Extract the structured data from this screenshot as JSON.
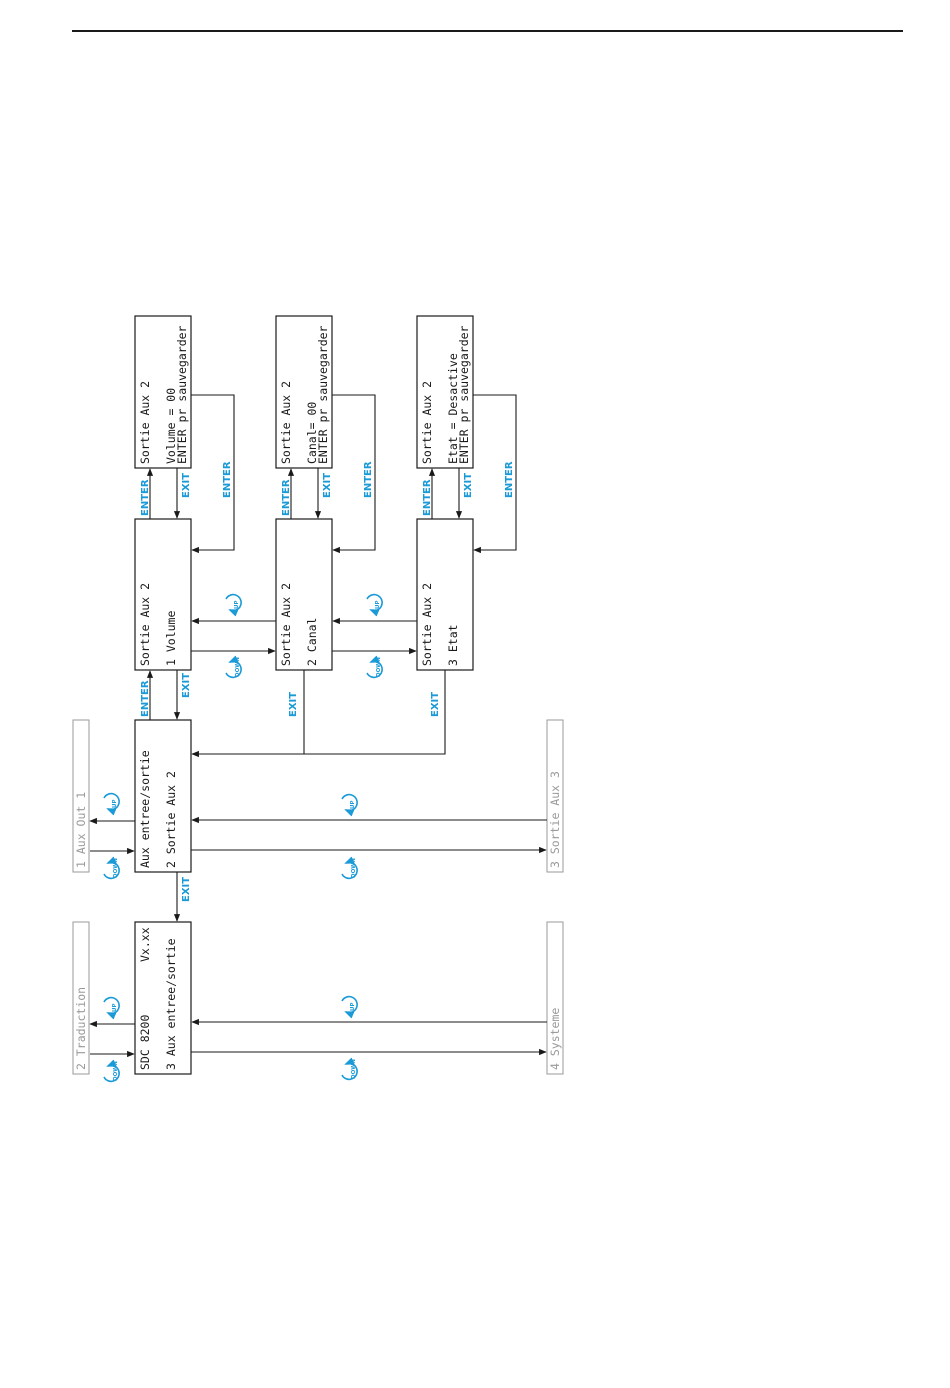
{
  "colors": {
    "line": "#1a1a1a",
    "accent": "#1a9ad6",
    "dim": "#9a9a9a"
  },
  "labels": {
    "enter": "ENTER",
    "exit": "EXIT",
    "up": "UP",
    "down": "DOWN"
  },
  "menus": {
    "main": {
      "line1": "SDC 8200",
      "version": "Vx.xx",
      "line2": "3 Aux entree/sortie"
    },
    "prev_main": "2 Traduction",
    "next_main": "4 Systeme",
    "aux": {
      "line1": "Aux entree/sortie",
      "line2": "2 Sortie Aux 2"
    },
    "prev_aux": "1 Aux Out 1",
    "next_aux": "3 Sortie Aux 3",
    "sub": [
      {
        "line1": "Sortie Aux 2",
        "line2": "1 Volume"
      },
      {
        "line1": "Sortie Aux 2",
        "line2": "2 Canal"
      },
      {
        "line1": "Sortie Aux 2",
        "line2": "3 Etat"
      }
    ],
    "edit": [
      {
        "line1": "Sortie Aux 2",
        "line2": "Volume = 00",
        "line3": "ENTER pr sauvegarder"
      },
      {
        "line1": "Sortie Aux 2",
        "line2": "Canal= 00",
        "line3": "ENTER pr sauvegarder"
      },
      {
        "line1": "Sortie Aux 2",
        "line2": "Etat = Desactive",
        "line3": "ENTER pr sauvegarder"
      }
    ]
  }
}
